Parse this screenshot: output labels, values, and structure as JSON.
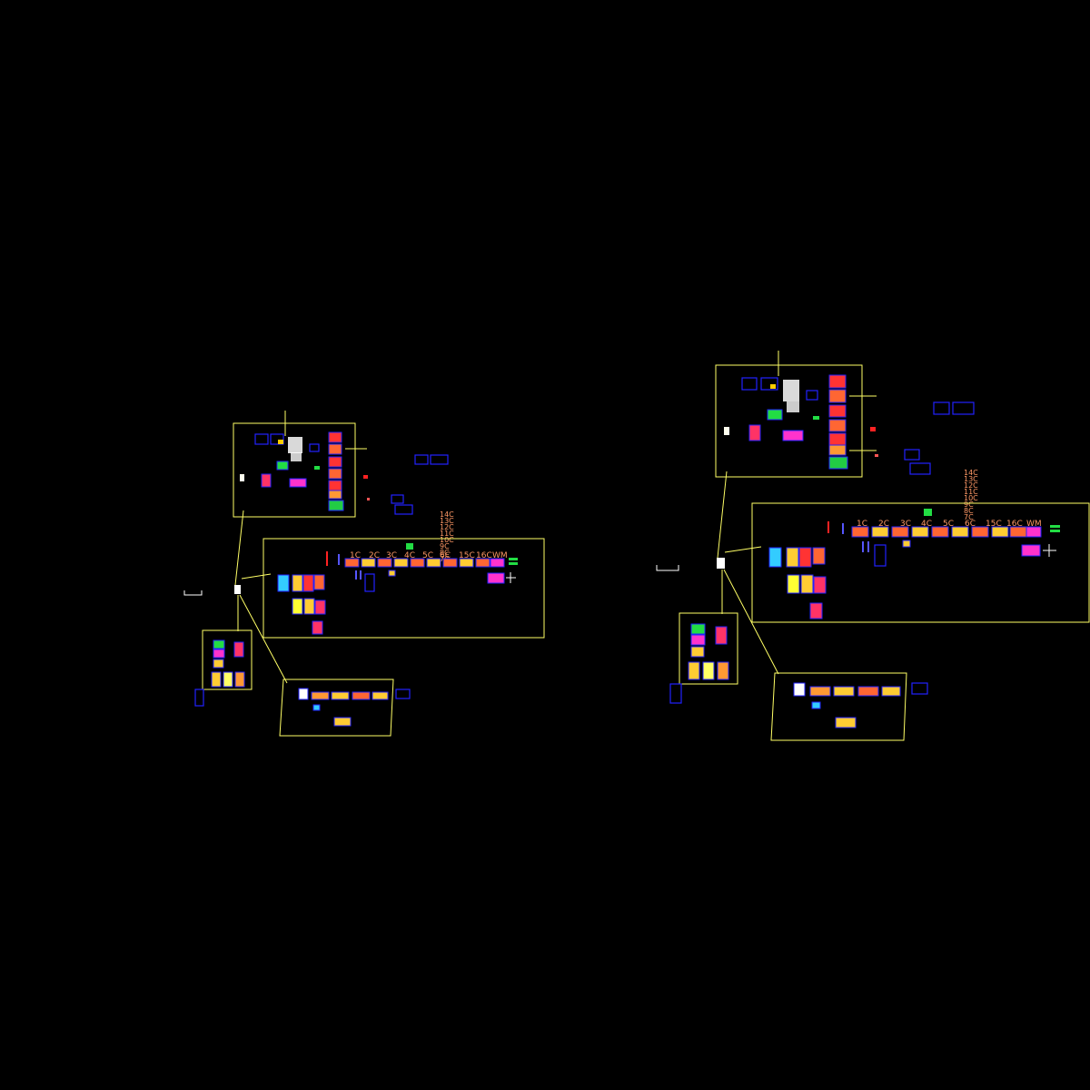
{
  "viewport": {
    "background": "#000000"
  },
  "colors": {
    "frame": "#ffff66",
    "outline": "#2222ff",
    "label": "#ff9966",
    "accent_green": "#22dd44",
    "accent_magenta": "#ff33cc",
    "accent_red": "#ff2222"
  },
  "drawing_left": {
    "floor_labels": [
      "1C",
      "2C",
      "3C",
      "4C",
      "5C",
      "6C",
      "15C",
      "16C",
      "WM"
    ],
    "stack_labels": [
      "14C",
      "13C",
      "12C",
      "11C",
      "10C",
      "9C",
      "8C",
      "7C"
    ]
  },
  "drawing_right": {
    "floor_labels": [
      "1C",
      "2C",
      "3C",
      "4C",
      "5C",
      "6C",
      "15C",
      "16C",
      "WM"
    ],
    "stack_labels": [
      "14C",
      "13C",
      "12C",
      "11C",
      "10C",
      "9C",
      "8C",
      "7C"
    ]
  }
}
